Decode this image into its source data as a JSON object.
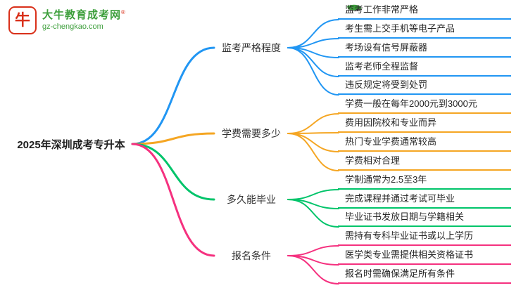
{
  "logo": {
    "title": "大牛教育成考网",
    "registered_mark": "®",
    "domain": "gz-chengkao.com",
    "icon_glyph": "牛",
    "brand_green": "#3e9f3c",
    "brand_red": "#d9301a"
  },
  "root": {
    "label": "2025年深圳成考专升本"
  },
  "branches": [
    {
      "label": "监考严格程度",
      "color": "#2196f3",
      "leaves": [
        "监考工作非常严格",
        "考生需上交手机等电子产品",
        "考场设有信号屏蔽器",
        "监考老师全程监督",
        "违反规定将受到处罚"
      ]
    },
    {
      "label": "学费需要多少",
      "color": "#f5a623",
      "leaves": [
        "学费一般在每年2000元到3000元",
        "费用因院校和专业而异",
        "热门专业学费通常较高",
        "学费相对合理"
      ]
    },
    {
      "label": "多久能毕业",
      "color": "#00c46a",
      "leaves": [
        "学制通常为2.5至3年",
        "完成课程并通过考试可毕业",
        "毕业证书发放日期与学籍相关"
      ]
    },
    {
      "label": "报名条件",
      "color": "#f5317f",
      "leaves": [
        "需持有专科毕业证书或以上学历",
        "医学类专业需提供相关资格证书",
        "报名时需确保满足所有条件"
      ]
    }
  ]
}
